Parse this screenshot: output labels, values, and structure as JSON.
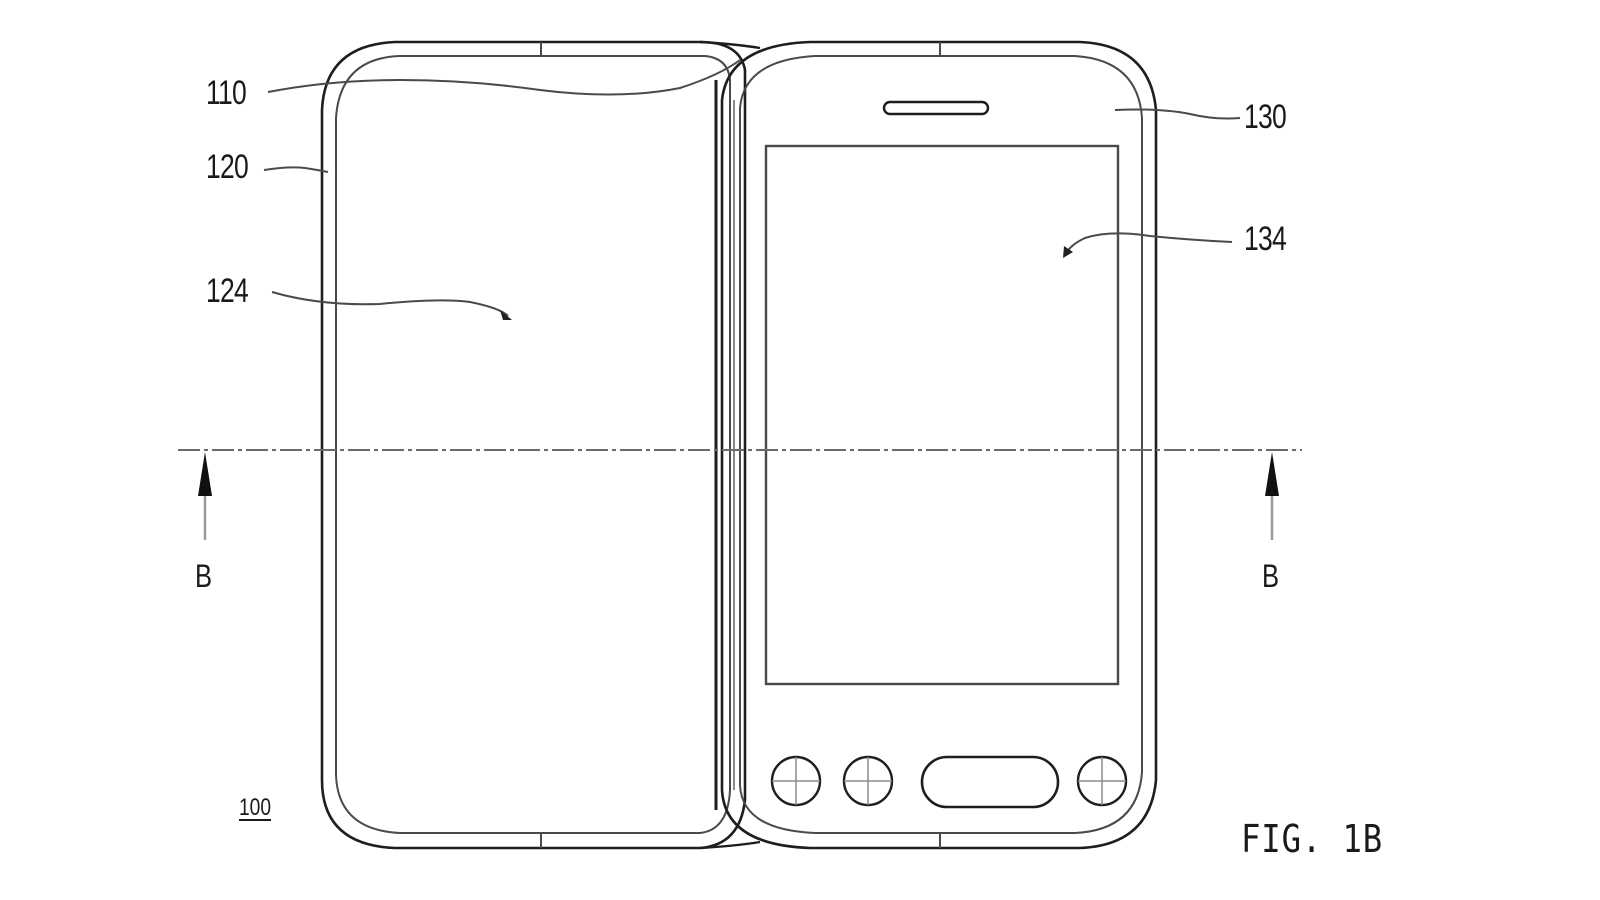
{
  "figure": {
    "caption": "FIG. 1B",
    "device_number": "100"
  },
  "reference_labels": {
    "first_body": "110",
    "first_body_frame": "120",
    "first_surface": "124",
    "second_body": "130",
    "display_screen": "134"
  },
  "section_markers": {
    "left": "B",
    "right": "B"
  },
  "colors": {
    "line_dark": "#1e1e1e",
    "line_mid": "#4a4a4a",
    "line_light": "#8a8a8a",
    "background": "#ffffff"
  }
}
